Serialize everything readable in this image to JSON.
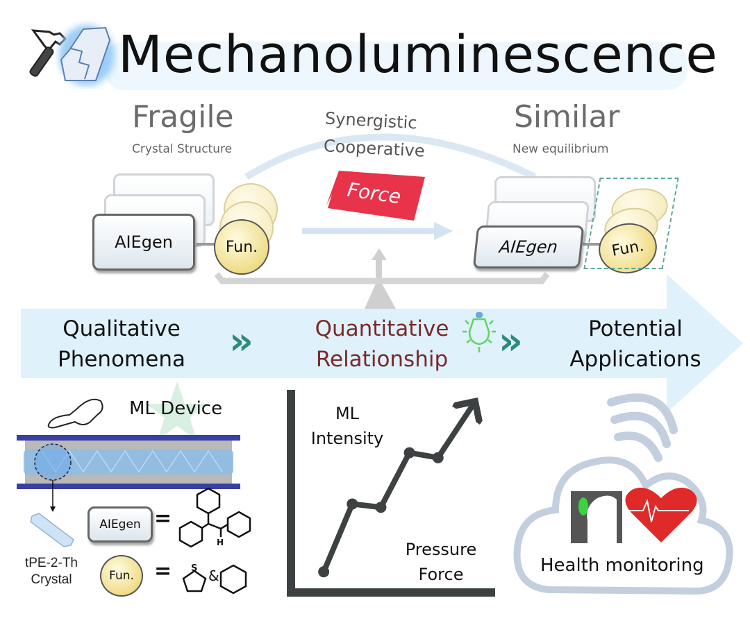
{
  "title": "Mechanoluminescence",
  "left_state": {
    "heading": "Fragile",
    "subheading": "Crystal Structure",
    "box_label": "AIEgen",
    "ball_label": "Fun."
  },
  "center": {
    "line1": "Synergistic",
    "line2": "Cooperative",
    "force_label": "Force"
  },
  "right_state": {
    "heading": "Similar",
    "subheading": "New equilibrium",
    "box_label": "AIEgen",
    "ball_label": "Fun."
  },
  "flow": {
    "stage1": {
      "line1": "Qualitative",
      "line2": "Phenomena"
    },
    "stage2": {
      "line1": "Quantitative",
      "line2": "Relationship"
    },
    "stage3": {
      "line1": "Potential",
      "line2": "Applications"
    },
    "separator": "»"
  },
  "device": {
    "title": "ML Device",
    "crystal_line1": "tPE-2-Th",
    "crystal_line2": "Crystal",
    "aiegen_label": "AIEgen",
    "fun_label": "Fun.",
    "equals": "=",
    "h_label": "H",
    "s_label": "S",
    "and_label": "&"
  },
  "chart_data": {
    "type": "line",
    "title": "",
    "ylabel_line1": "ML",
    "ylabel_line2": "Intensity",
    "xlabel_line1": "Pressure",
    "xlabel_line2": "Force",
    "x": [
      1,
      2,
      3,
      4,
      5
    ],
    "values": [
      1,
      5.1,
      4.9,
      8.2,
      7.9
    ],
    "arrow_end": [
      6.3,
      11.3
    ],
    "xlim": [
      0,
      7
    ],
    "ylim": [
      0,
      12
    ],
    "grid": false
  },
  "application": {
    "label": "Health monitoring"
  },
  "colors": {
    "accent_teal": "#2e8b7a",
    "force_red": "#e8334a",
    "quantitative_text": "#7a2a2a",
    "band": "#dcf0fa",
    "device_blue": "#3a3fa3"
  }
}
